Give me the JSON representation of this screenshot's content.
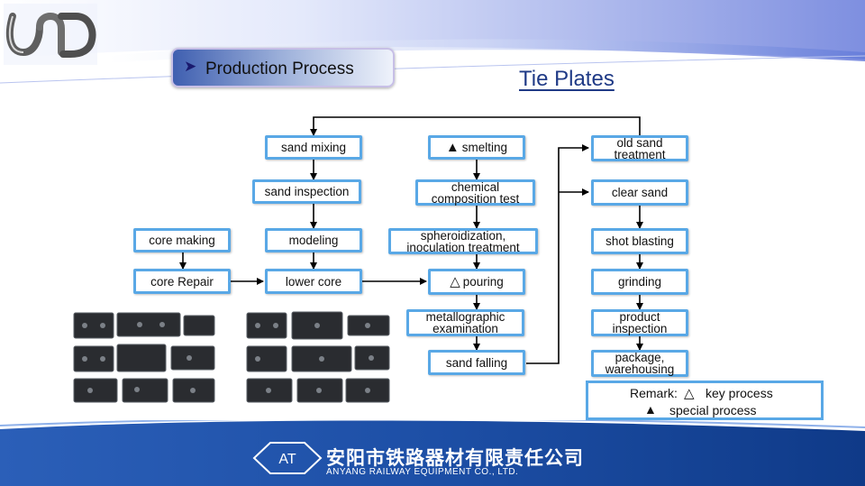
{
  "header": {
    "section_title": "Production Process",
    "page_title": "Tie Plates"
  },
  "flow": {
    "sand_mixing": "sand mixing",
    "sand_inspection": "sand inspection",
    "modeling": "modeling",
    "lower_core": "lower core",
    "core_making": "core making",
    "core_repair": "core Repair",
    "smelting": "smelting",
    "chemical_test": "chemical\ncomposition test",
    "spheroidization": "spheroidization,\ninoculation treatment",
    "pouring": "pouring",
    "metallographic": "metallographic\nexamination",
    "sand_falling": "sand falling",
    "old_sand": "old sand\ntreatment",
    "clear_sand": "clear sand",
    "shot_blasting": "shot blasting",
    "grinding": "grinding",
    "product_inspection": "product\ninspection",
    "package": "package,\nwarehousing"
  },
  "remark": {
    "label": "Remark:",
    "key_symbol": "△",
    "key_text": "key process",
    "special_symbol": "▲",
    "special_text": "special process"
  },
  "symbols": {
    "special": "▲",
    "key": "△"
  },
  "footer": {
    "company_cn": "安阳市铁路器材有限责任公司",
    "company_en": "ANYANG RAILWAY EQUIPMENT CO., LTD.",
    "logo_text": "AT"
  },
  "colors": {
    "box_border": "#59a8e6",
    "header_blue": "#3f5fb0",
    "title_blue": "#1f3a86",
    "footer_blue": "#1d4fa6"
  },
  "icons": [
    "logo-icon",
    "arrow-bullet-icon",
    "company-logo-icon",
    "tie-plate-photo"
  ]
}
